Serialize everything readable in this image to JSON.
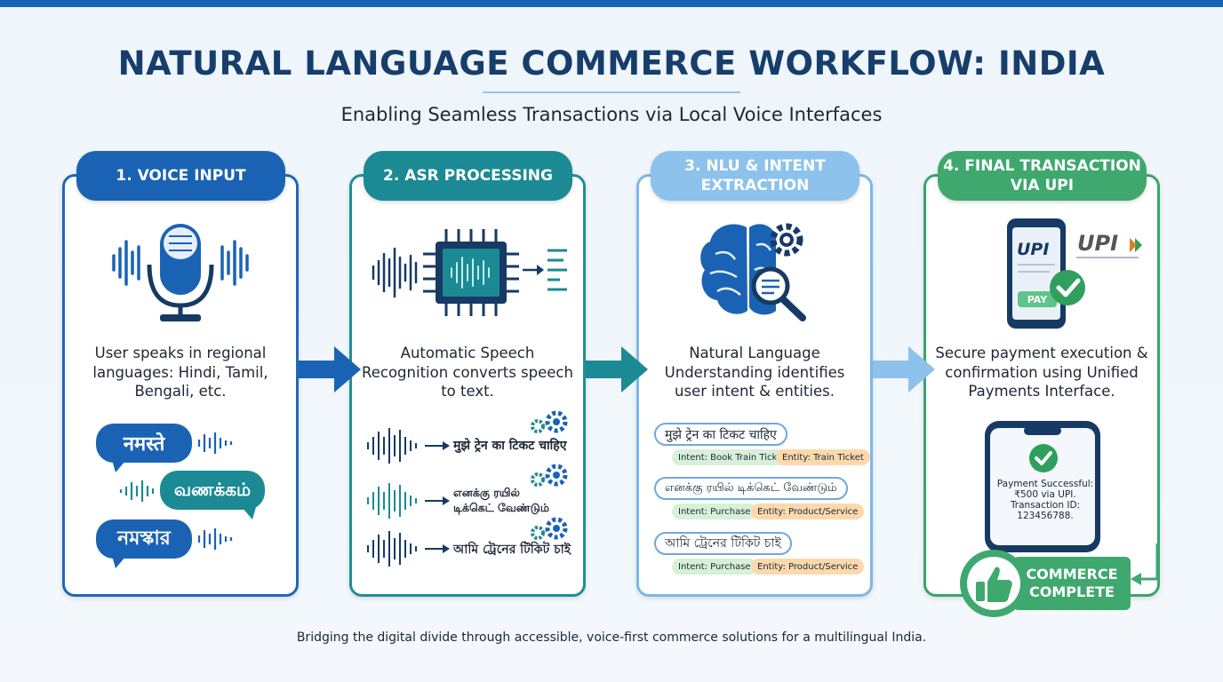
{
  "header": {
    "title": "NATURAL LANGUAGE COMMERCE WORKFLOW: INDIA",
    "subtitle": "Enabling Seamless Transactions via Local Voice Interfaces"
  },
  "steps": [
    {
      "label": "1. VOICE INPUT",
      "description": "User speaks in regional languages: Hindi, Tamil, Bengali, etc.",
      "color": "#1a63b4",
      "greetings": [
        "नमस्ते",
        "வணக்கம்",
        "নমস্কার"
      ]
    },
    {
      "label": "2. ASR PROCESSING",
      "description": "Automatic Speech Recognition converts speech to text.",
      "color": "#1b8a94",
      "transcripts": [
        "मुझे ट्रेन का टिकट चाहिए",
        "எனக்கு ரயில் டிக்கெட் வேண்டும்",
        "আমি ট্রেনের টিকিট চাই"
      ]
    },
    {
      "label_line1": "3. NLU & INTENT",
      "label_line2": "EXTRACTION",
      "description": "Natural Language Understanding identifies user intent & entities.",
      "color": "#8cc2ec",
      "utterances": [
        {
          "text": "मुझे ट्रेन का टिकट चाहिए",
          "intent": "Intent: Book Train Ticket",
          "entity": "Entity: Train Ticket"
        },
        {
          "text": "எனக்கு ரயில் டிக்கெட் வேண்டும்",
          "intent": "Intent: Purchase",
          "entity": "Entity: Product/Service"
        },
        {
          "text": "আমি ট্রেনের টিকিট চাই",
          "intent": "Intent: Purchase",
          "entity": "Entity: Product/Service"
        }
      ]
    },
    {
      "label_line1": "4. FINAL TRANSACTION",
      "label_line2": "VIA UPI",
      "description": "Secure payment execution & confirmation using Unified Payments Interface.",
      "color": "#3fa86f",
      "upi_logo": "UPI",
      "upi_small": "UPI",
      "pay_button": "PAY",
      "payment_message": "Payment Successful: ₹500 via UPI. Transaction ID: 123456788.",
      "complete_line1": "COMMERCE",
      "complete_line2": "COMPLETE"
    }
  ],
  "footer": "Bridging the digital divide through accessible, voice-first commerce solutions for a multilingual India.",
  "icons": [
    "microphone-icon",
    "chip-icon",
    "brain-icon",
    "gear-icon",
    "magnifier-icon",
    "phone-icon",
    "check-icon",
    "thumbs-up-icon",
    "arrow-right-icon"
  ]
}
